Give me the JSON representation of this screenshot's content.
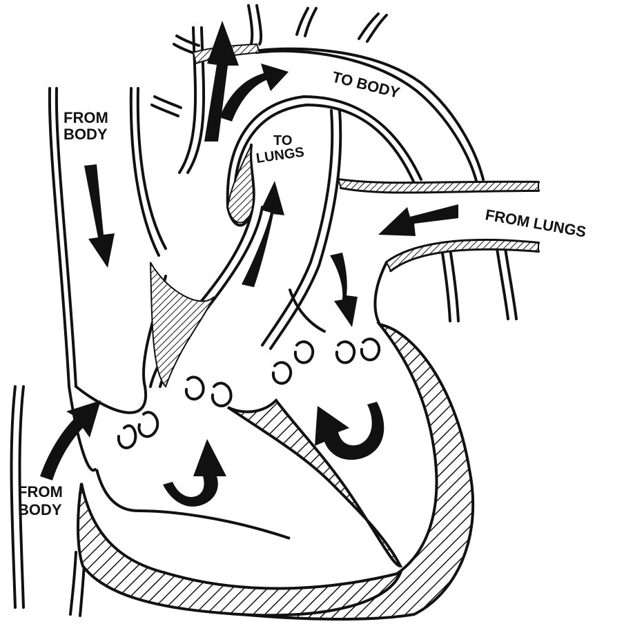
{
  "labels": {
    "from_body_top_1": "FROM",
    "from_body_top_2": "BODY",
    "to_body": "TO BODY",
    "to_lungs_1": "TO",
    "to_lungs_2": "LUNGS",
    "from_lungs": "FROM LUNGS",
    "from_body_bottom_1": "FROM",
    "from_body_bottom_2": "BODY"
  },
  "colors": {
    "ink": "#111111",
    "paper": "#ffffff"
  }
}
